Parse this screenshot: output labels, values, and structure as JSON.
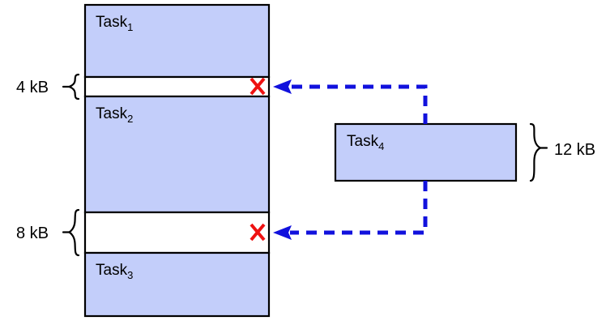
{
  "diagram": {
    "title": "memory-allocation-fragmentation",
    "colors": {
      "block_fill": "#c3cefa",
      "block_stroke": "#000000",
      "hole_fill": "#ffffff",
      "arrow": "#1111dd",
      "x_mark": "#ee1111",
      "background": "#ffffff"
    }
  },
  "memory_column": {
    "blocks": [
      {
        "id": "task1",
        "label": "Task",
        "subscript": "1",
        "kind": "occupied"
      },
      {
        "id": "hole1",
        "label": "",
        "subscript": "",
        "kind": "free",
        "size": "4 kB"
      },
      {
        "id": "task2",
        "label": "Task",
        "subscript": "2",
        "kind": "occupied"
      },
      {
        "id": "hole2",
        "label": "",
        "subscript": "",
        "kind": "free",
        "size": "8 kB"
      },
      {
        "id": "task3",
        "label": "Task",
        "subscript": "3",
        "kind": "occupied"
      }
    ]
  },
  "size_labels": {
    "hole1": "4 kB",
    "hole2": "8 kB",
    "incoming": "12 kB"
  },
  "incoming_task": {
    "label": "Task",
    "subscript": "4",
    "size": "12 kB"
  },
  "markers": {
    "reject_glyph": "X",
    "reject_count": 2
  },
  "arrows": [
    {
      "id": "arrow-to-hole1",
      "target": "hole1",
      "direction": "left"
    },
    {
      "id": "arrow-to-hole2",
      "target": "hole2",
      "direction": "left"
    }
  ]
}
